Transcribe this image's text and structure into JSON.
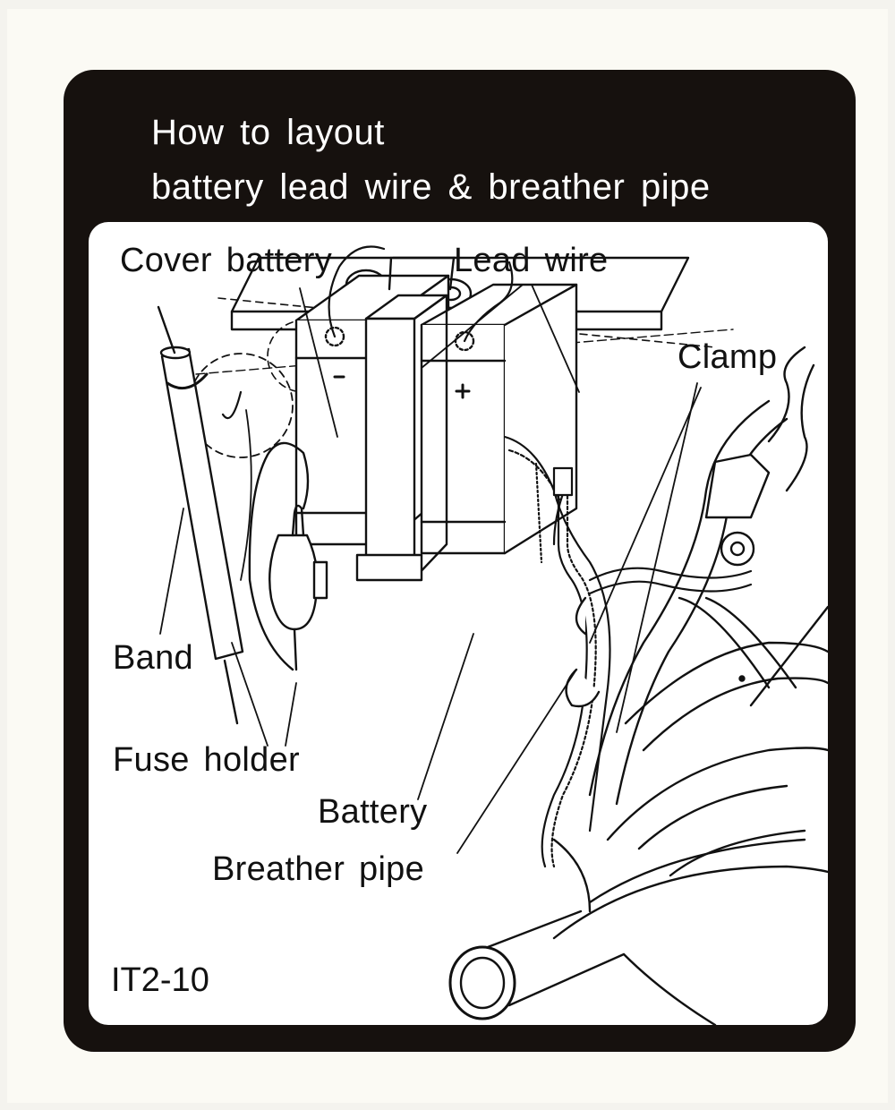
{
  "title": {
    "line1": "How to layout",
    "line2": "battery lead wire & breather pipe"
  },
  "labels": {
    "cover_battery": "Cover battery",
    "lead_wire": "Lead wire",
    "clamp": "Clamp",
    "band": "Band",
    "fuse_holder": "Fuse holder",
    "battery": "Battery",
    "breather_pipe": "Breather pipe"
  },
  "terminals": {
    "negative": "−",
    "positive": "+"
  },
  "part_code": "IT2-10"
}
